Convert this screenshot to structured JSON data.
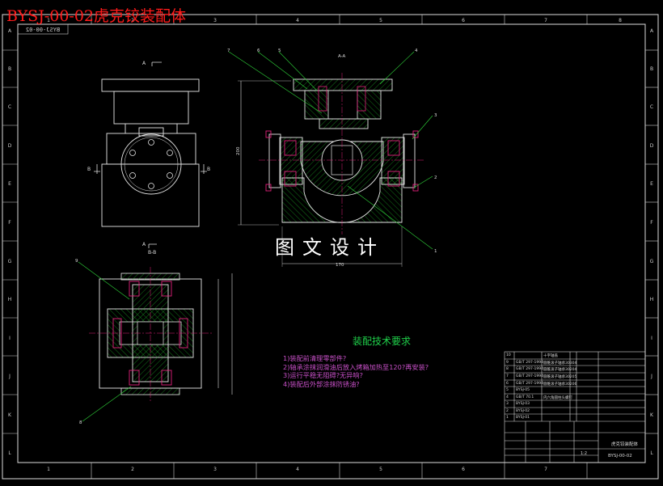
{
  "drawing": {
    "title": "BYSJ-00-02虎克铰装配体",
    "stamp_code": "BYSJ-00-02",
    "watermark": "图文设计",
    "frame": {
      "column_marks": [
        "1",
        "2",
        "3",
        "4",
        "5",
        "6",
        "7",
        "8"
      ],
      "row_marks": [
        "A",
        "B",
        "C",
        "D",
        "E",
        "F",
        "G",
        "H",
        "I",
        "J",
        "K",
        "L"
      ]
    },
    "views": {
      "section_label": "A-A",
      "view_a": "A",
      "view_b": "B",
      "view_bb": "B-B",
      "dimension_width": "170",
      "dimension_height": "200",
      "balloons": [
        "1",
        "2",
        "3",
        "4",
        "5",
        "6",
        "7",
        "8",
        "9"
      ]
    },
    "requirements": {
      "title": "装配技术要求",
      "items": [
        "1)装配前清理零部件?",
        "2)轴承涂抹润滑油后放入烤箱加热至120?再安装?",
        "3)运行平稳无阻碍?无异响?",
        "4)装配后外部涂抹防锈油?"
      ]
    },
    "bom": {
      "rows": [
        [
          "10",
          "",
          "十字轴盖",
          ""
        ],
        [
          "9",
          "GB/T 297-1994",
          "圆锥滚子轴承30304",
          ""
        ],
        [
          "8",
          "GB/T 297-1994",
          "圆锥滚子轴承30204",
          ""
        ],
        [
          "7",
          "GB/T 297-1994",
          "圆锥滚子轴承30205",
          ""
        ],
        [
          "6",
          "GB/T 297-1994",
          "圆锥滚子轴承30206",
          ""
        ],
        [
          "5",
          "BYSJ-05",
          "",
          ""
        ],
        [
          "4",
          "GB/T 70.1",
          "内六角圆柱头螺钉",
          ""
        ],
        [
          "3",
          "BYSJ-03",
          "",
          ""
        ],
        [
          "2",
          "BYSJ-02",
          "",
          ""
        ],
        [
          "1",
          "BYSJ-01",
          "",
          ""
        ]
      ],
      "title_block_name": "虎克铰装配体",
      "title_block_code": "BYSJ-00-02",
      "scale": "1:2"
    }
  }
}
